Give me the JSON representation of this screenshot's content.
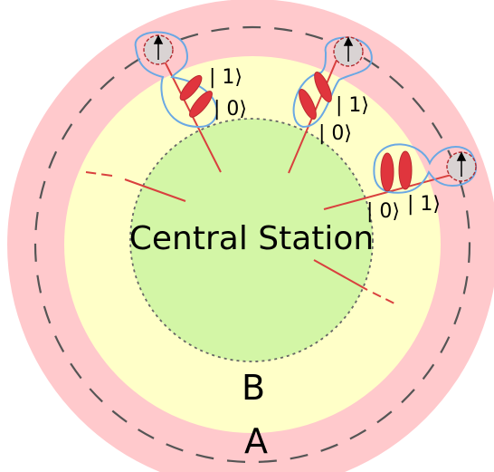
{
  "labels": {
    "center": "Central Station",
    "region_inner": "B",
    "region_outer": "A"
  },
  "kets": {
    "one": "| 1⟩",
    "zero": "| 0⟩"
  },
  "colors": {
    "outer_ring": "#ffc9cc",
    "middle_ring": "#ffffc8",
    "core": "#d3f6a6",
    "qubit_fill": "#d9d3d3",
    "qubit_ring": "#7ab3e8",
    "photon": "#e0353d",
    "link_line": "#d9403e",
    "dash": "#555555"
  },
  "icons": {
    "qubit": "up-arrow-spin-icon",
    "photon": "photon-wavepacket-icon"
  }
}
